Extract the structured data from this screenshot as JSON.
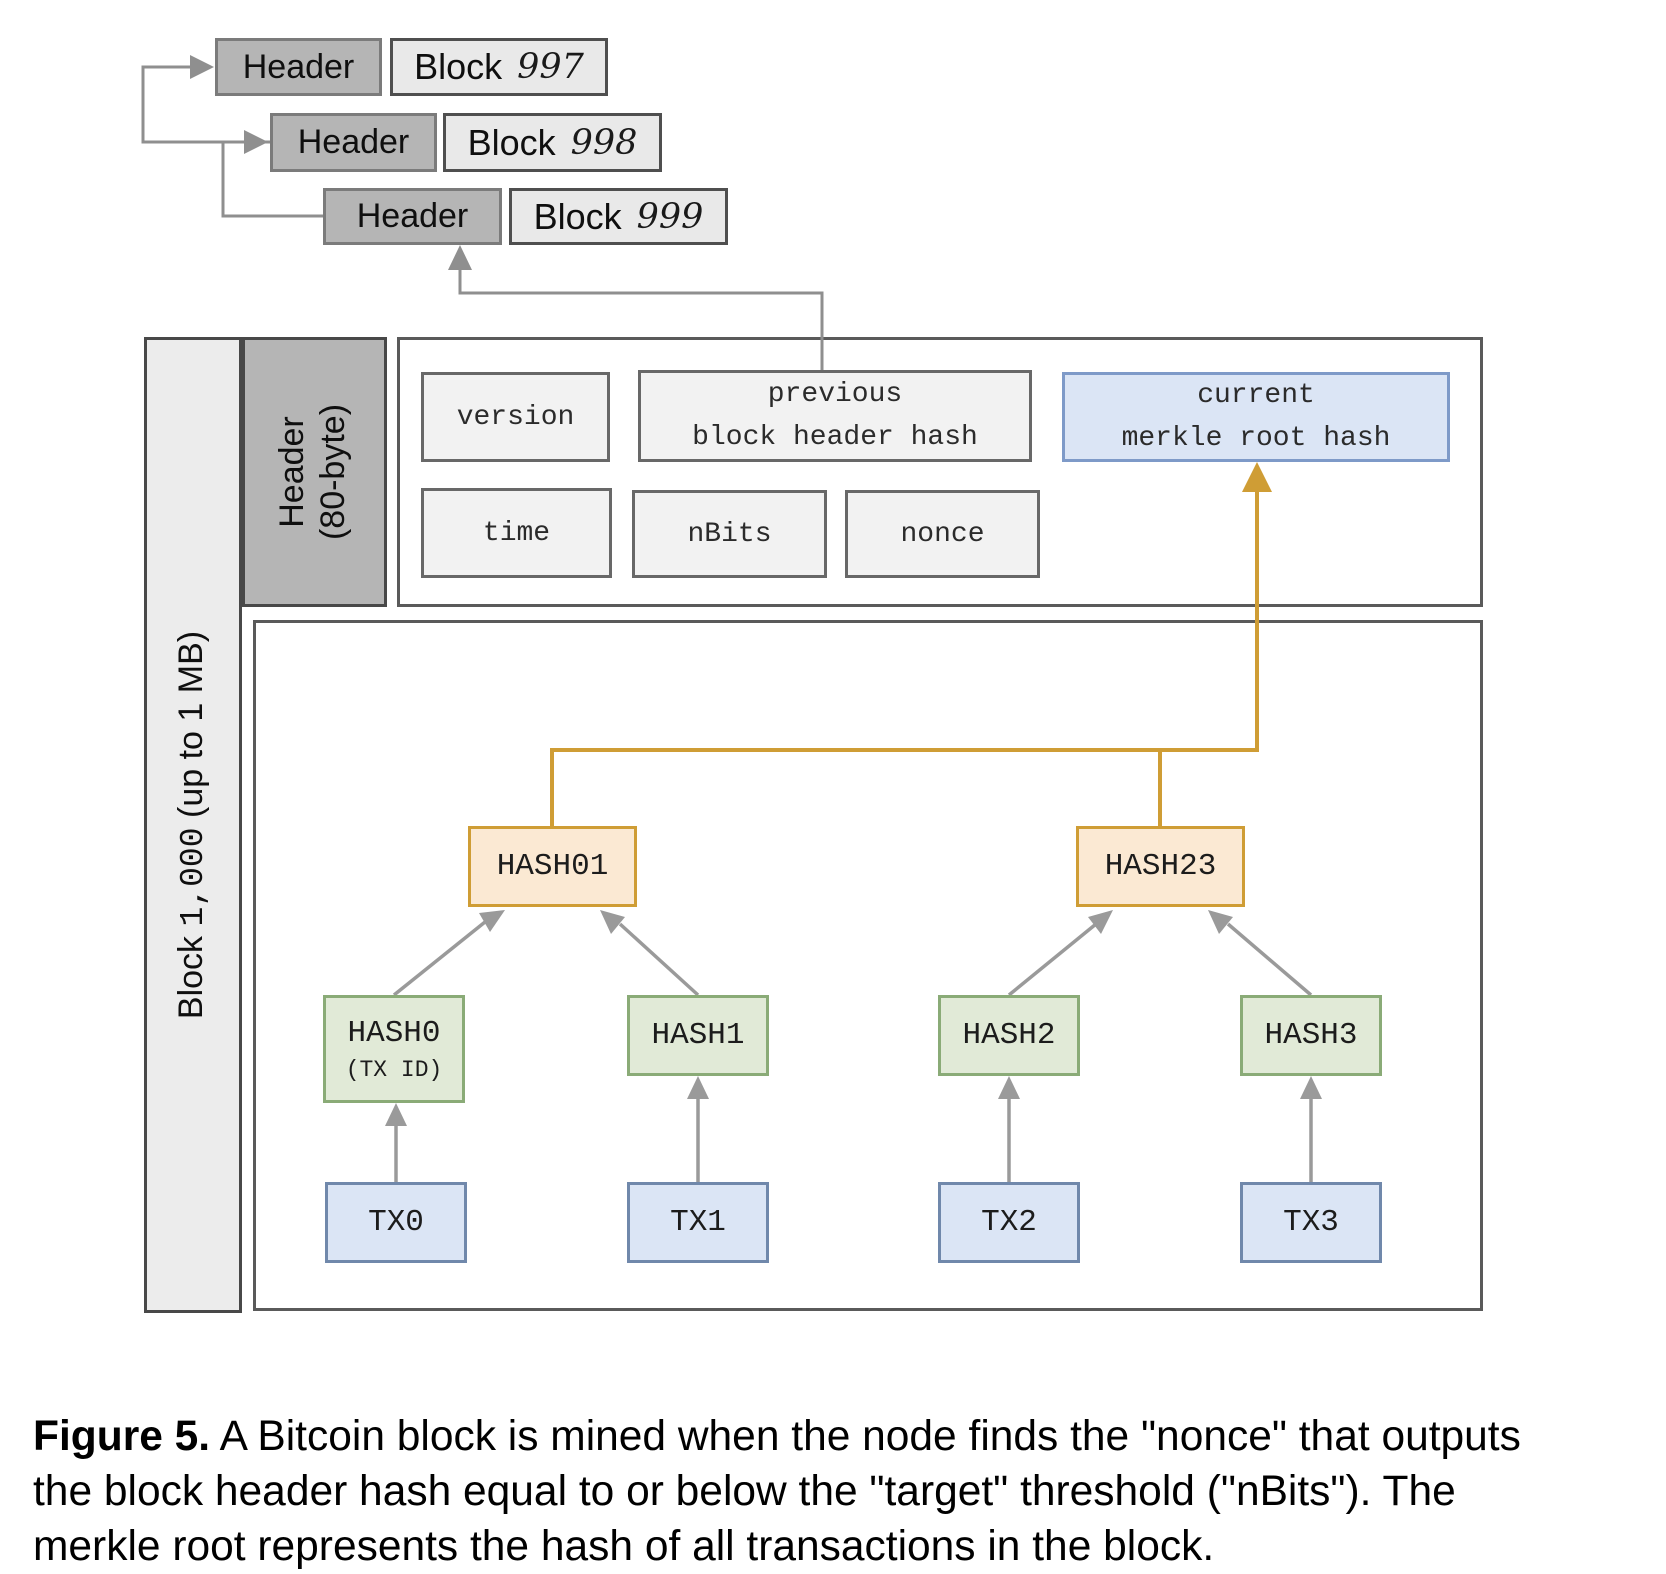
{
  "chain": {
    "items": [
      {
        "header": "Header",
        "block": "Block",
        "number": "997"
      },
      {
        "header": "Header",
        "block": "Block",
        "number": "998"
      },
      {
        "header": "Header",
        "block": "Block",
        "number": "999"
      }
    ]
  },
  "sidebar": {
    "block_prefix": "Block",
    "block_number": "1,000",
    "block_suffix": "(up to 1 MB)",
    "header_line1": "Header",
    "header_line2": "(80-byte)"
  },
  "header_fields": {
    "version": "version",
    "previous_line1": "previous",
    "previous_line2": "block header hash",
    "merkle_line1": "current",
    "merkle_line2": "merkle root hash",
    "time": "time",
    "nbits": "nBits",
    "nonce": "nonce"
  },
  "tree": {
    "hash01": "HASH01",
    "hash23": "HASH23",
    "hash0": "HASH0",
    "hash0_sub": "(TX ID)",
    "hash1": "HASH1",
    "hash2": "HASH2",
    "hash3": "HASH3",
    "tx0": "TX0",
    "tx1": "TX1",
    "tx2": "TX2",
    "tx3": "TX3"
  },
  "caption": {
    "label": "Figure 5.",
    "text": " A Bitcoin block is mined when the node finds the \"nonce\" that outputs the block header hash equal to or below the \"target\" threshold (\"nBits\"). The merkle root represents the hash of all transactions in the block."
  },
  "colors": {
    "accent_orange": "#cf9d35",
    "blue_fill": "#dbe5f5",
    "green_fill": "#e1ead7",
    "connector_gray": "#8f8f8f"
  }
}
